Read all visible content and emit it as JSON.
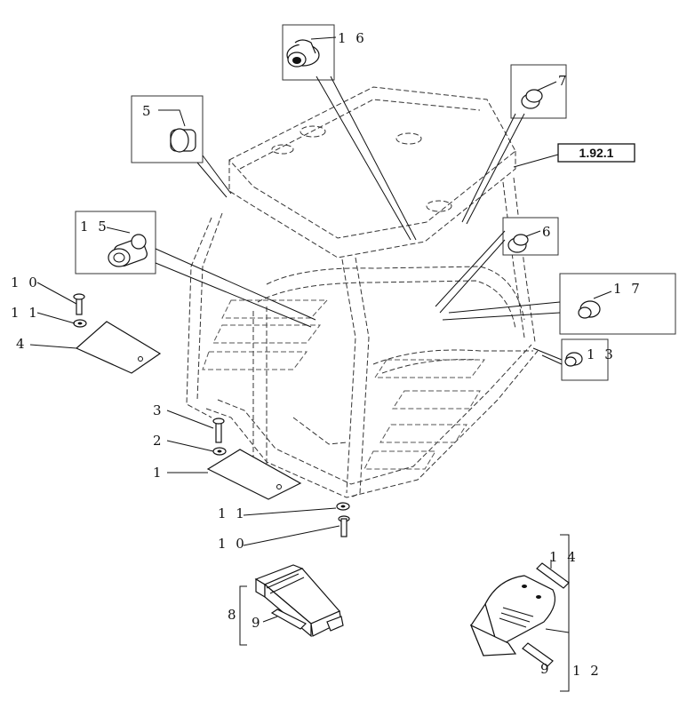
{
  "labels": {
    "p16": "1 6",
    "p7": "7",
    "p5": "5",
    "p15": "1 5",
    "p6": "6",
    "p17": "1 7",
    "p13": "1 3",
    "p10a": "1 0",
    "p11a": "1 1",
    "p4": "4",
    "p3": "3",
    "p2": "2",
    "p1": "1",
    "p11b": "1 1",
    "p10b": "1 0",
    "p8": "8",
    "p9a": "9",
    "p14": "1 4",
    "p9b": "9",
    "p12": "1 2"
  },
  "reference": "1.92.1"
}
